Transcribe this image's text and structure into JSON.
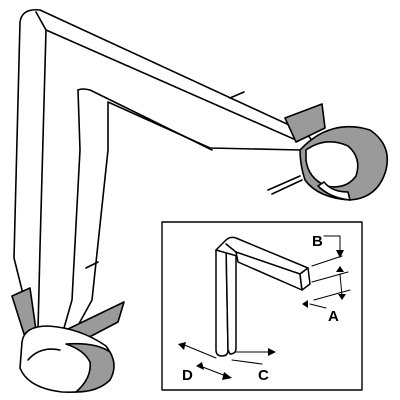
{
  "colors": {
    "outline": "#000000",
    "body_fill": "#ffffff",
    "shade_fill": "#9a9a9a",
    "inset_border": "#000000",
    "inset_background": "#ffffff"
  },
  "inset": {
    "labels": {
      "a": "A",
      "b": "B",
      "c": "C",
      "d": "D"
    }
  }
}
